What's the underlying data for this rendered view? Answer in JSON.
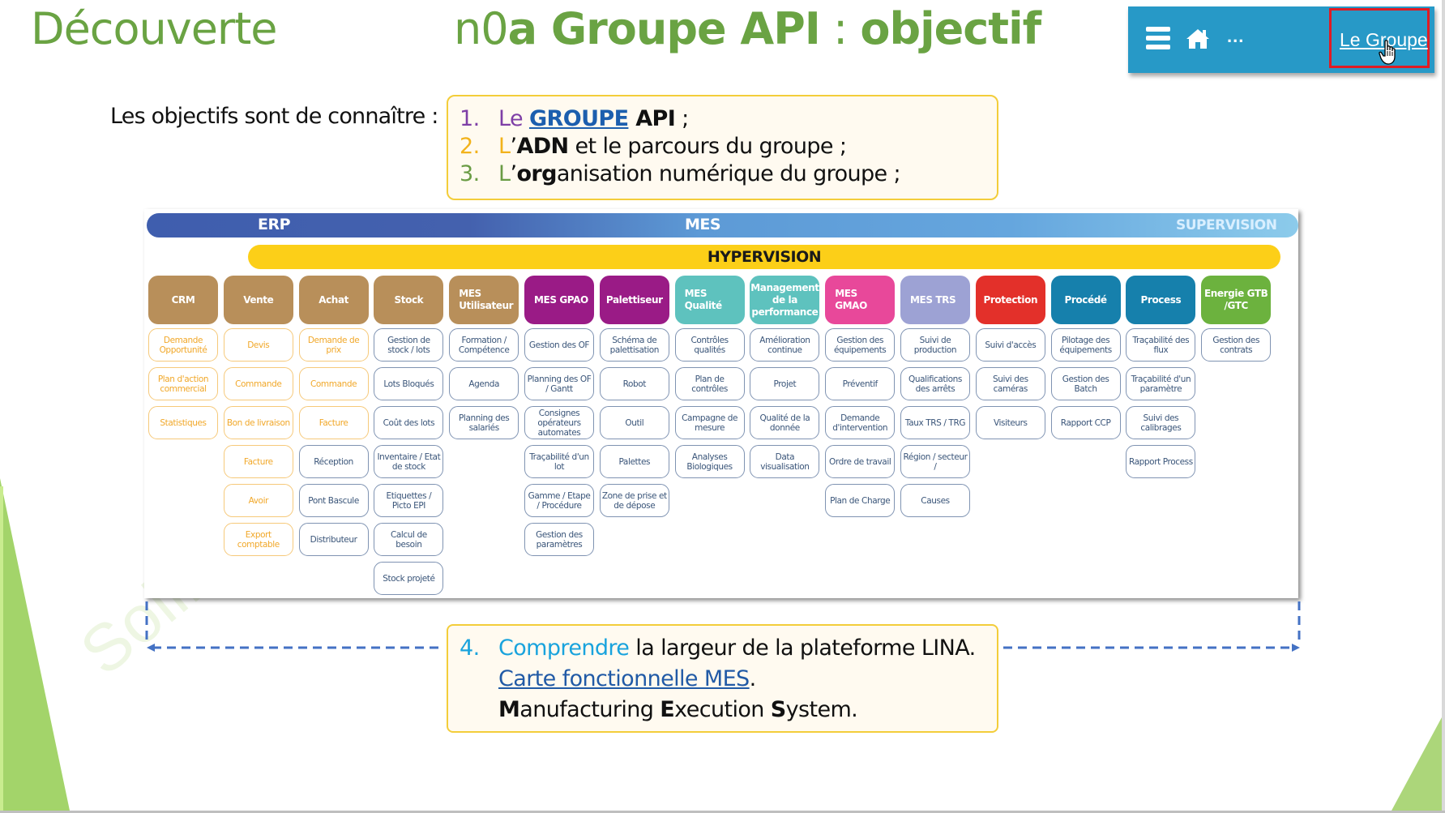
{
  "slide": {
    "section_title": "Découverte",
    "title_prefix": "n0",
    "title_main": "a Groupe API",
    "title_colon": " : ",
    "title_end": "objectif",
    "watermark": "Solindus"
  },
  "nav": {
    "menu_icon": "hamburger-icon",
    "home_icon": "home-icon",
    "ellipsis": "...",
    "current_link": "Le Groupe",
    "highlight_color": "#e11b23",
    "bar_color": "#2799c7"
  },
  "intro": {
    "label": "Les objectifs sont de connaître :",
    "objectives": [
      {
        "num": "1.",
        "pre": "Le ",
        "link": "GROUPE",
        "bold": " API",
        "rest": " ;"
      },
      {
        "num": "2.",
        "pre": "L",
        "apos": "’",
        "bold": "ADN",
        "rest": " et le parcours du groupe ;"
      },
      {
        "num": "3.",
        "pre": "L",
        "apos": "’",
        "bold": "org",
        "rest": "anisation numérique du groupe ;"
      }
    ]
  },
  "map": {
    "bands": {
      "erp": "ERP",
      "mes": "MES",
      "supervision": "SUPERVISION",
      "hypervision": "HYPERVISION"
    },
    "columns": [
      {
        "head": "CRM",
        "color": "#b88f5a",
        "style": "orange",
        "items": [
          "Demande Opportunité",
          "Plan d'action commercial",
          "Statistiques"
        ]
      },
      {
        "head": "Vente",
        "color": "#b88f5a",
        "style": "orange",
        "items": [
          "Devis",
          "Commande",
          "Bon de livraison",
          "Facture",
          "Avoir",
          "Export comptable"
        ]
      },
      {
        "head": "Achat",
        "color": "#b88f5a",
        "style": "mixed",
        "items": [
          "Demande de prix",
          "Commande",
          "Facture",
          "Réception",
          "Pont Bascule",
          "Distributeur"
        ],
        "orange_count": 3
      },
      {
        "head": "Stock",
        "color": "#b88f5a",
        "style": "blue",
        "items": [
          "Gestion de stock / lots",
          "Lots Bloqués",
          "Coût des lots",
          "Inventaire / Etat de stock",
          "Etiquettes / Picto EPI",
          "Calcul de besoin",
          "Stock projeté"
        ]
      },
      {
        "head": "MES Utilisateur",
        "color": "#b88f5a",
        "style": "blue",
        "left": true,
        "items": [
          "Formation / Compétence",
          "Agenda",
          "Planning des salariés"
        ]
      },
      {
        "head": "MES GPAO",
        "color": "#9a1b86",
        "style": "blue",
        "left": true,
        "items": [
          "Gestion des OF",
          "Planning des OF / Gantt",
          "Consignes opérateurs automates",
          "Traçabilité d'un lot",
          "Gamme / Etape / Procédure",
          "Gestion des paramètres"
        ]
      },
      {
        "head": "Palettiseur",
        "color": "#9a1b86",
        "style": "blue",
        "items": [
          "Schéma de palettisation",
          "Robot",
          "Outil",
          "Palettes",
          "Zone de prise et de dépose"
        ]
      },
      {
        "head": "MES Qualité",
        "color": "#5ec2be",
        "style": "blue",
        "left": true,
        "items": [
          "Contrôles qualités",
          "Plan de contrôles",
          "Campagne de mesure",
          "Analyses Biologiques"
        ]
      },
      {
        "head": "Management de la performance",
        "color": "#5ec2be",
        "style": "blue",
        "items": [
          "Amélioration continue",
          "Projet",
          "Qualité de la donnée",
          "Data visualisation"
        ]
      },
      {
        "head": "MES GMAO",
        "color": "#e8489a",
        "style": "blue",
        "left": true,
        "items": [
          "Gestion des équipements",
          "Préventif",
          "Demande d'intervention",
          "Ordre de travail",
          "Plan de Charge"
        ]
      },
      {
        "head": "MES TRS",
        "color": "#9da2d4",
        "style": "blue",
        "left": true,
        "items": [
          "Suivi de production",
          "Qualifications des arrêts",
          "Taux TRS / TRG",
          "Région / secteur /",
          "Causes"
        ]
      },
      {
        "head": "Protection",
        "color": "#e3302a",
        "style": "blue",
        "items": [
          "Suivi d'accès",
          "Suivi des caméras",
          "Visiteurs"
        ]
      },
      {
        "head": "Procédé",
        "color": "#1680ac",
        "style": "blue",
        "items": [
          "Pilotage des équipements",
          "Gestion des Batch",
          "Rapport CCP"
        ]
      },
      {
        "head": "Process",
        "color": "#1680ac",
        "style": "blue",
        "items": [
          "Traçabilité des flux",
          "Traçabilité d'un paramètre",
          "Suivi des calibrages",
          "Rapport Process"
        ]
      },
      {
        "head": "Energie GTB /GTC",
        "color": "#6cb23e",
        "style": "blue",
        "items": [
          "Gestion des contrats"
        ]
      }
    ]
  },
  "objective4": {
    "num": "4.",
    "verb": "Comprendre",
    "rest": " la largeur de la plateforme LINA.",
    "link": "Carte fonctionnelle MES",
    "link_end": ".",
    "acronym": [
      {
        "b": "M",
        "t": "anufacturing "
      },
      {
        "b": "E",
        "t": "xecution "
      },
      {
        "b": "S",
        "t": "ystem."
      }
    ]
  }
}
